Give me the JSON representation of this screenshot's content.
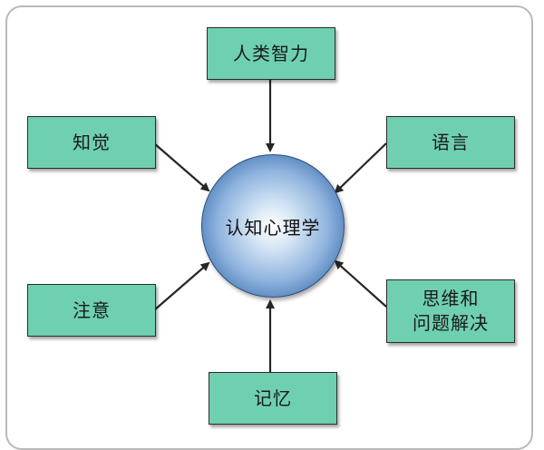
{
  "diagram": {
    "center": {
      "label": "认知心理学"
    },
    "nodes": {
      "top": {
        "label": "人类智力"
      },
      "left_upper": {
        "label": "知觉"
      },
      "right_upper": {
        "label": "语言"
      },
      "left_lower": {
        "label": "注意"
      },
      "right_lower": {
        "line1": "思维和",
        "line2": "问题解决"
      },
      "bottom": {
        "label": "记忆"
      }
    },
    "colors": {
      "node_fill": "#6fd0b1",
      "node_border": "#2b2b2b",
      "sphere_dark": "#2d5c98",
      "arrow": "#262626"
    }
  }
}
